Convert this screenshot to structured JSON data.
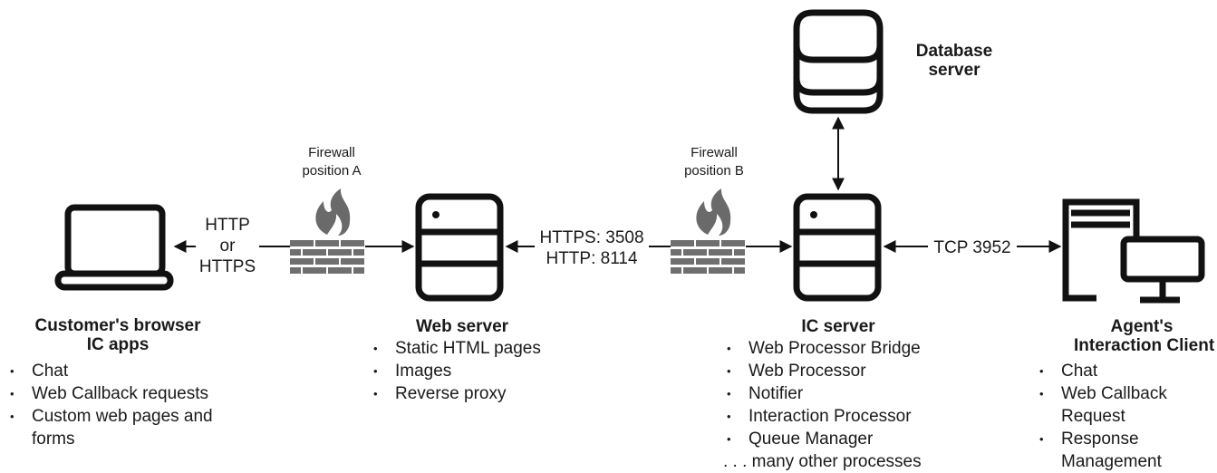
{
  "customer": {
    "title_line1": "Customer's browser",
    "title_line2": "IC apps",
    "items": [
      "Chat",
      "Web Callback requests",
      "Custom web pages and",
      "forms"
    ]
  },
  "link_browser_web": {
    "line1": "HTTP",
    "line2": "or",
    "line3": "HTTPS"
  },
  "firewall_a": {
    "line1": "Firewall",
    "line2": "position A"
  },
  "web_server": {
    "title": "Web server",
    "items": [
      "Static HTML pages",
      "Images",
      "Reverse proxy"
    ]
  },
  "link_web_ic": {
    "line1": "HTTPS: 3508",
    "line2": "HTTP: 8114"
  },
  "firewall_b": {
    "line1": "Firewall",
    "line2": "position B"
  },
  "database": {
    "line1": "Database",
    "line2": "server"
  },
  "ic_server": {
    "title": "IC server",
    "items": [
      "Web Processor Bridge",
      "Web Processor",
      "Notifier",
      "Interaction Processor",
      "Queue Manager"
    ],
    "more": ". . . many other processes"
  },
  "link_ic_agent": {
    "label": "TCP 3952"
  },
  "agent": {
    "title_line1": "Agent's",
    "title_line2": "Interaction Client",
    "items": [
      "Chat",
      "Web Callback",
      "Request",
      "Response",
      "Management"
    ]
  },
  "colors": {
    "stroke": "#111111",
    "brick": "#6f6f6f",
    "flame": "#6a6a6a"
  }
}
